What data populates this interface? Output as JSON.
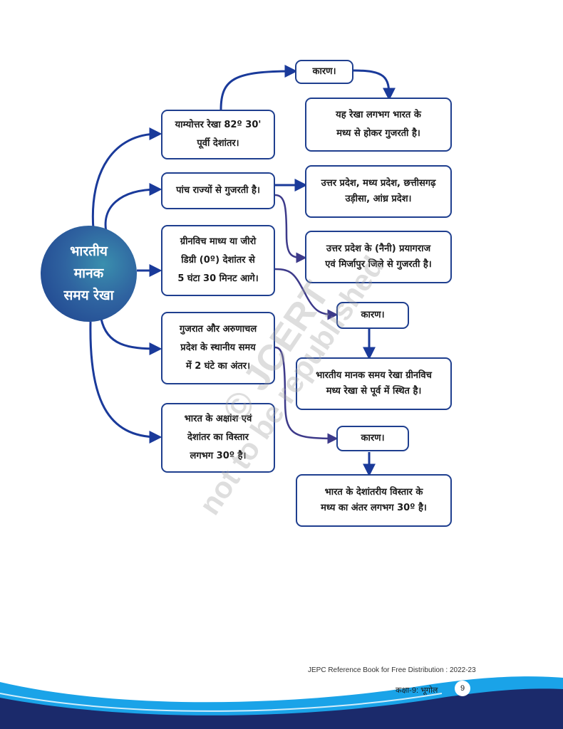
{
  "center": {
    "label": "भारतीय\nमानक\nसमय रेखा"
  },
  "branches": [
    {
      "label": "याम्योत्तर रेखा 82º 30'\nपूर्वी देशांतर।"
    },
    {
      "label": "पांच राज्यों से गुजरती है।"
    },
    {
      "label": "ग्रीनविच माध्य या जीरो\nडिग्री (0º) देशांतर से\n5 घंटा 30 मिनट आगे।"
    },
    {
      "label": "गुजरात और अरुणाचल\nप्रदेश के स्थानीय समय\nमें 2 घंटे का अंतर।"
    },
    {
      "label": "भारत के अक्षांश एवं\nदेशांतर का विस्तार\nलगभग 30º है।"
    }
  ],
  "details": {
    "reason_label": "कारण।",
    "meridian_explanation": "यह रेखा लगभग भारत के\nमध्य से होकर गुजरती है।",
    "states_list": "उत्तर प्रदेश, मध्य प्रदेश, छत्तीसगढ़\nउड़ीसा, आंध्र प्रदेश।",
    "prayagraj_note": "उत्तर प्रदेश के (नैनी) प्रयागराज\nएवं मिर्जापुर जिले से गुजरती है।",
    "greenwich_explanation": "भारतीय मानक समय रेखा ग्रीनविच\nमध्य रेखा से पूर्व में स्थित है।",
    "extent_explanation": "भारत के देशांतरीय विस्तार के\nमध्य का अंतर लगभग 30º है।"
  },
  "watermark": {
    "line1": "© JCERT",
    "line2": "not to be republished"
  },
  "footer": {
    "note": "JEPC Reference Book for Free Distribution : 2022-23",
    "class_subject": "कक्षा-9: भूगोल",
    "page_number": "9"
  },
  "colors": {
    "border": "#1f3f8f",
    "arrow": "#1a3a9a",
    "connector": "#3d3a8a",
    "circle": "#2f63a0",
    "wave_blue": "#1aa3e8",
    "wave_dark": "#1b2a6b"
  }
}
